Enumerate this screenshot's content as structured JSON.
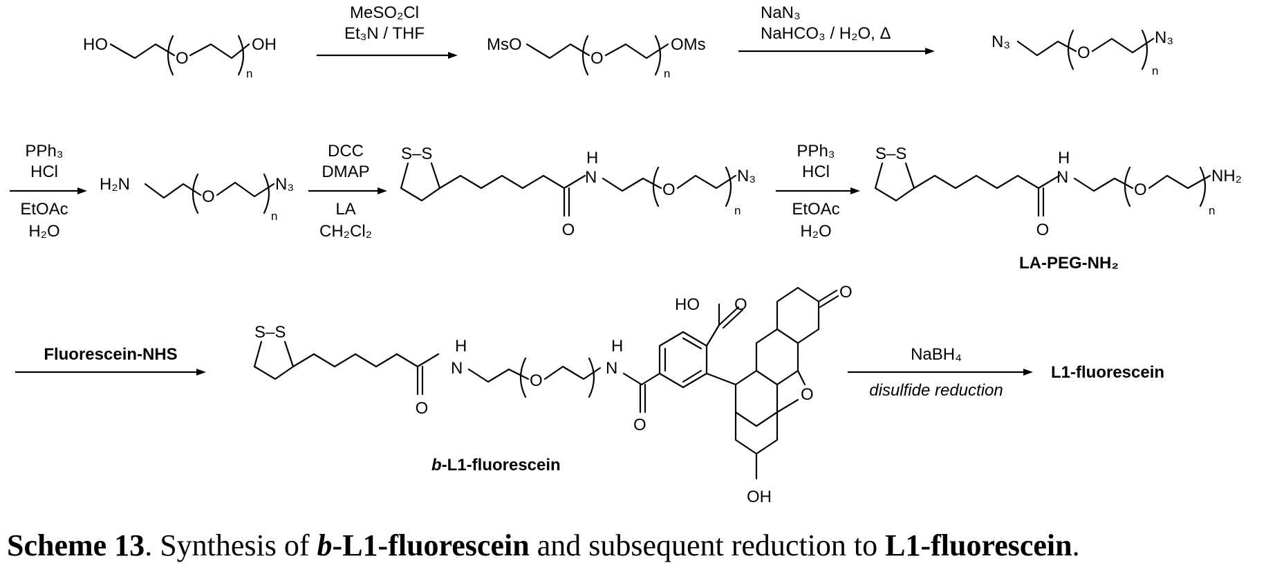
{
  "reagents": {
    "step1_line1": "MeSO₂Cl",
    "step1_line2": "Et₃N / THF",
    "step2_line1": "NaN₃",
    "step2_line2": "NaHCO₃ / H₂O, Δ",
    "step3_above_1": "PPh₃",
    "step3_above_2": "HCl",
    "step3_below_1": "EtOAc",
    "step3_below_2": "H₂O",
    "step4_above_1": "DCC",
    "step4_above_2": "DMAP",
    "step4_below_1": "LA",
    "step4_below_2": "CH₂Cl₂",
    "step5_above_1": "PPh₃",
    "step5_above_2": "HCl",
    "step5_below_1": "EtOAc",
    "step5_below_2": "H₂O",
    "step6": "Fluorescein-NHS",
    "step7_above": "NaBH₄",
    "step7_below": "disulfide reduction"
  },
  "atoms": {
    "ho": "HO",
    "oh": "OH",
    "o": "O",
    "n": "n",
    "mso": "MsO",
    "oms": "OMs",
    "n3": "N₃",
    "h2n": "H₂N",
    "nh2": "NH₂",
    "h": "H",
    "n_atom": "N",
    "s": "S",
    "s_s": "S–S",
    "hooc": "HO",
    "o_carbonyl": "O"
  },
  "compounds": {
    "la_peg_nh2": "LA-PEG-NH₂",
    "b_prefix": "b",
    "b_rest": "-L1-fluorescein",
    "product": "L1-fluorescein"
  },
  "caption": {
    "label": "Scheme 13",
    "text1": ". Synthesis of ",
    "bold_b": "b",
    "bold1": "-L1-fluorescein",
    "text2": " and subsequent reduction to ",
    "bold2": "L1-fluorescein",
    "text3": "."
  }
}
